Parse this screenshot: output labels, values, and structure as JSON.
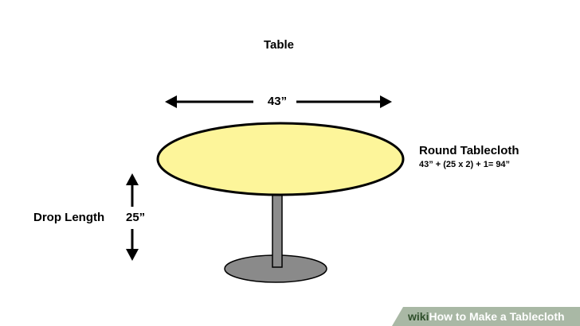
{
  "diagram": {
    "title": "Table",
    "width_label": "43”",
    "tablecloth": {
      "title": "Round Tablecloth",
      "formula": "43” + (25 x 2) + 1= 94”"
    },
    "drop": {
      "title": "Drop Length",
      "value": "25”"
    }
  },
  "watermark": {
    "brand": "wiki",
    "text": "How to Make a Tablecloth"
  },
  "colors": {
    "tabletop": "#fdf59a",
    "pedestal": "#8c8c8c",
    "base": "#8a8a8a",
    "banner": "#a9b8a5"
  }
}
